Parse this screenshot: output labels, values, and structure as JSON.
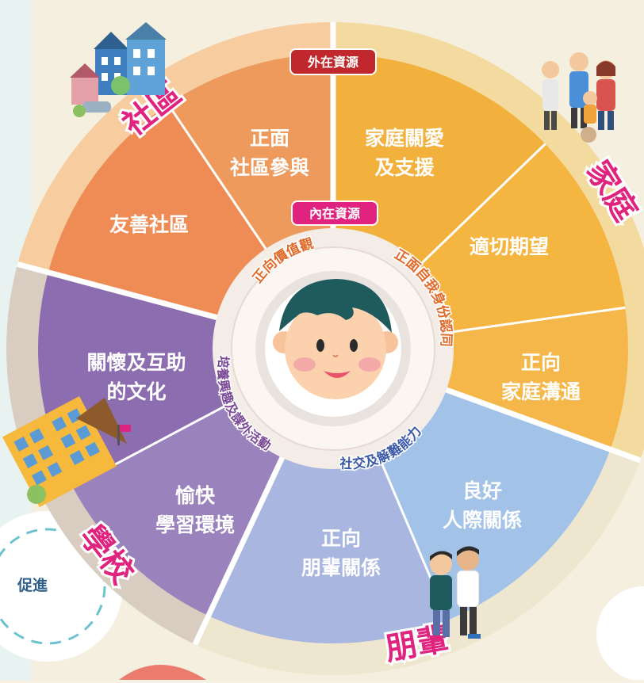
{
  "colors": {
    "background": "#f7f1e4",
    "community_outer": "#f7cda0",
    "family_outer": "#f3dba0",
    "school_outer": "#d8cdc0",
    "peer_outer": "#efe6cf",
    "community_1": "#ef8c56",
    "community_2": "#ee9a5c",
    "family_1": "#f2b13c",
    "family_2": "#f5b541",
    "family_3": "#f6b74a",
    "peer_1": "#a2c2e8",
    "peer_2": "#a8b6e0",
    "school_1": "#9a83bc",
    "school_2": "#8c6db0",
    "badge_outer": "#c0282d",
    "badge_inner": "#e0237e",
    "ring_text_orange": "#e06a2a",
    "ring_text_purple": "#7b4b98",
    "ring_text_blue": "#3c5ba8",
    "category_text": "#e0237e"
  },
  "badges": {
    "outer": "外在資源",
    "inner": "內在資源"
  },
  "categories": {
    "community": "社區",
    "family": "家庭",
    "school": "學校",
    "peers": "朋輩"
  },
  "segments": {
    "positive_community": [
      "正面",
      "社區參與"
    ],
    "friendly_community": [
      "友善社區"
    ],
    "family_care": [
      "家庭關愛",
      "及支援"
    ],
    "expectations": [
      "適切期望"
    ],
    "family_communication": [
      "正向",
      "家庭溝通"
    ],
    "good_relations": [
      "良好",
      "人際關係"
    ],
    "peer_relations": [
      "正向",
      "朋輩關係"
    ],
    "learning_env": [
      "愉快",
      "學習環境"
    ],
    "caring_culture": [
      "關懷及互助",
      "的文化"
    ]
  },
  "inner_ring": {
    "values": "正向價值觀",
    "identity": "正面自我身份認同",
    "social": "社交及解難能力",
    "interests": "培養興趣及課外活動"
  },
  "side_label": "促進",
  "icons": [
    "houses-icon",
    "family-icon",
    "school-icon",
    "teens-icon",
    "child-face-icon"
  ]
}
